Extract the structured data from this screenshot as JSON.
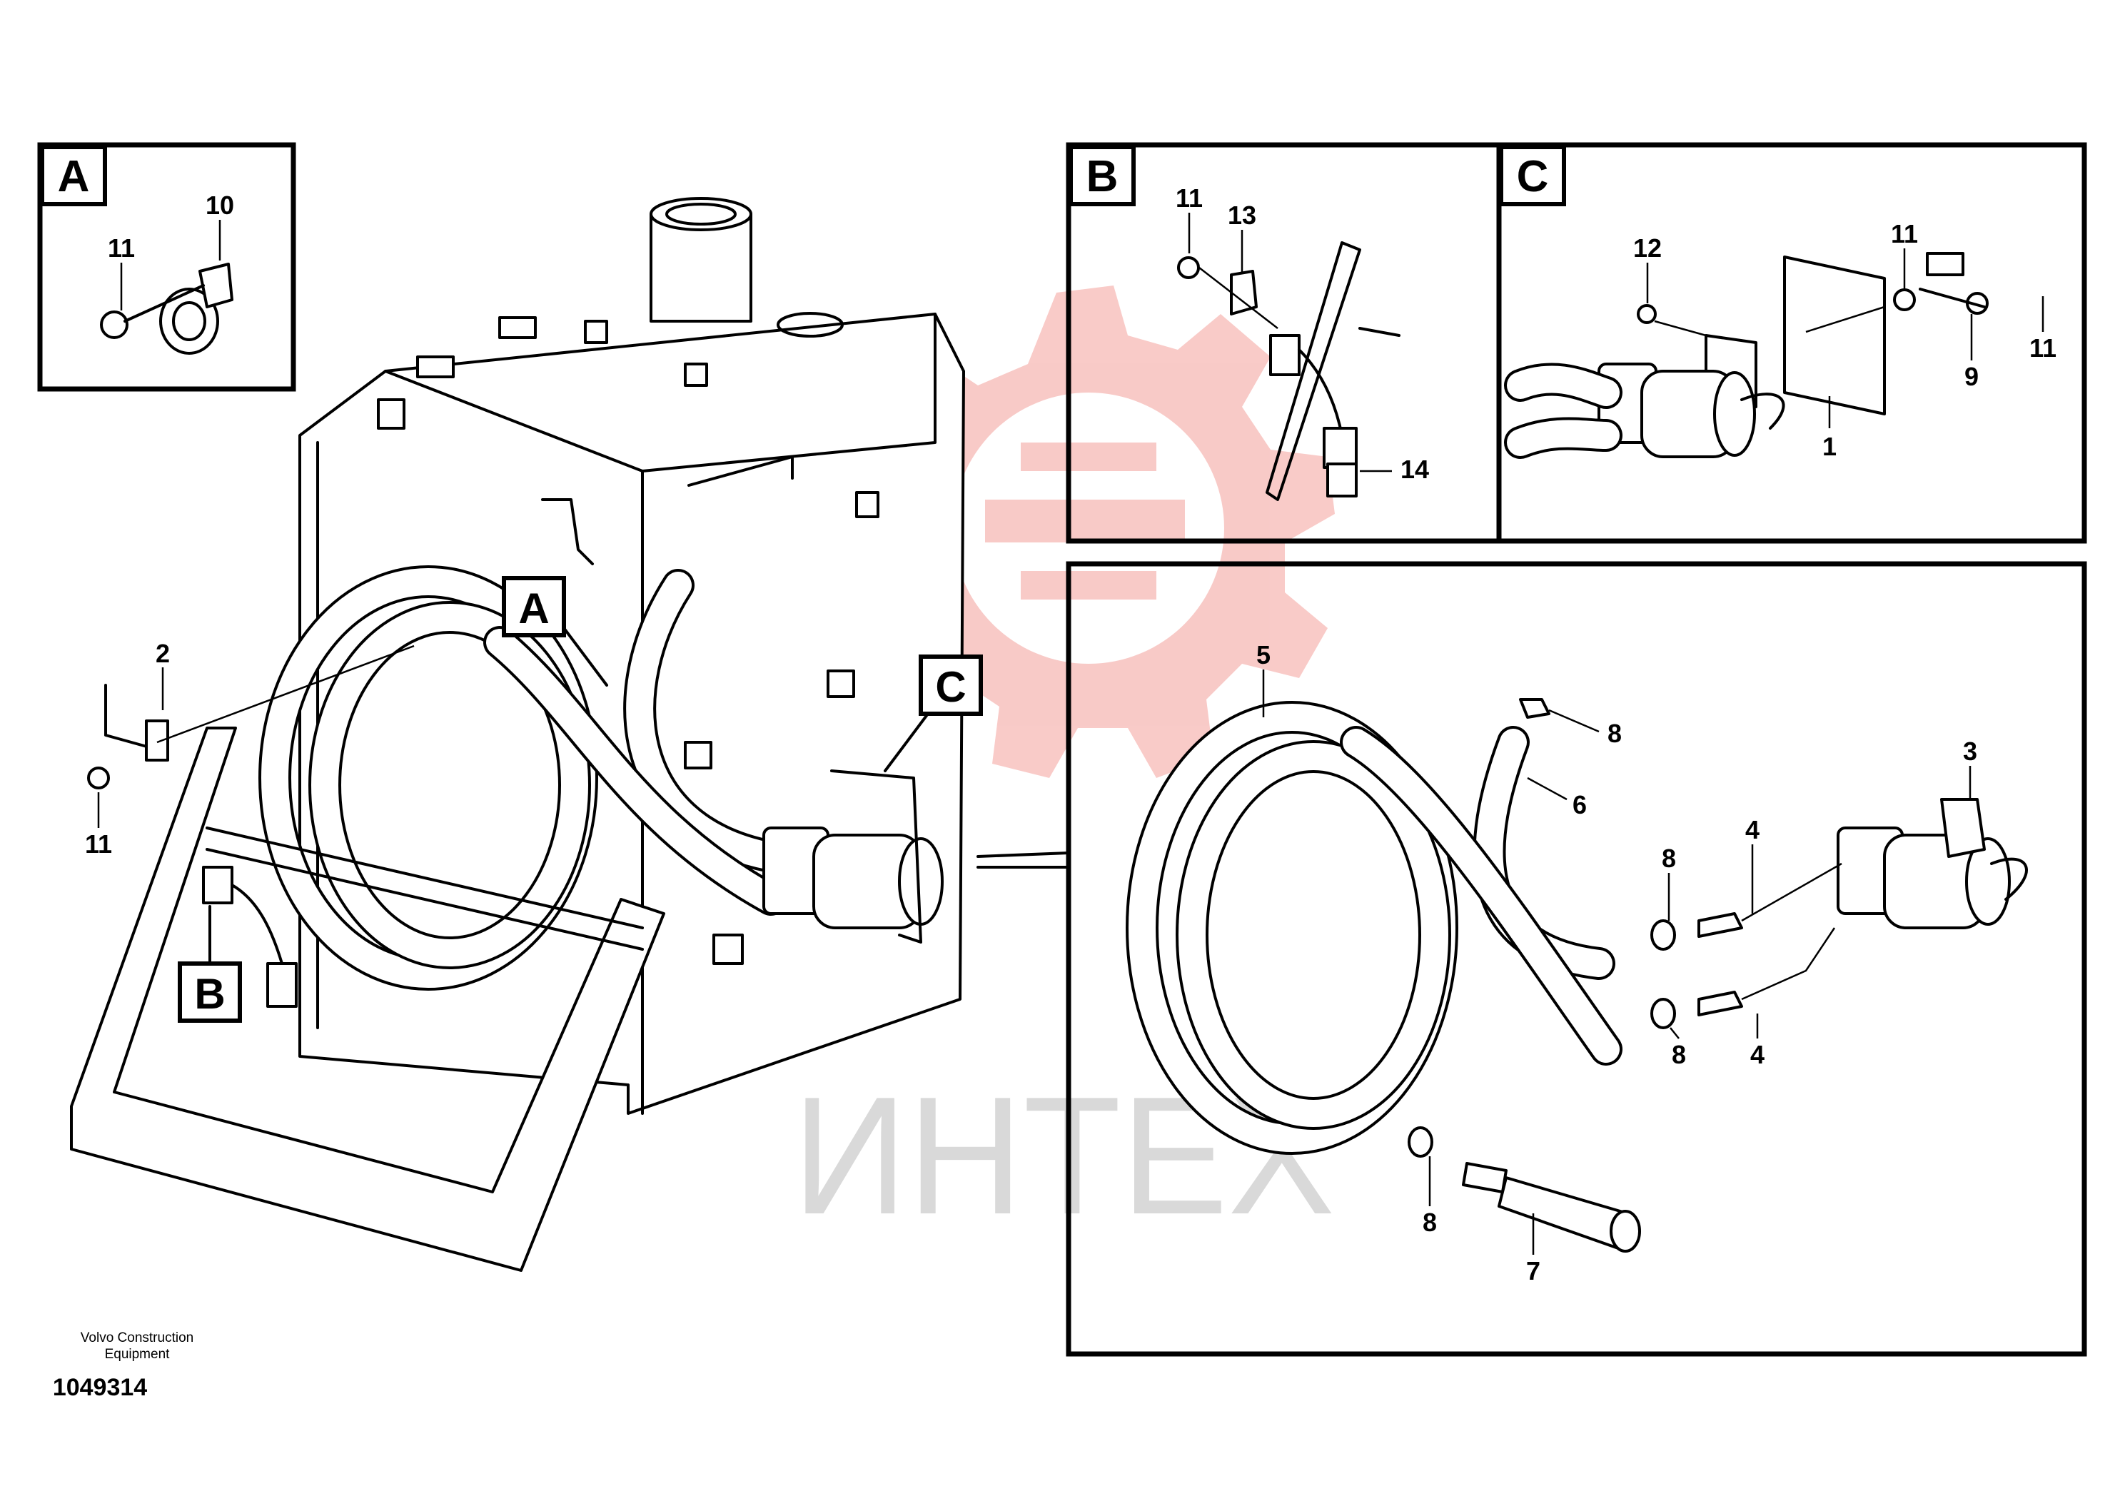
{
  "detail_views": {
    "a": {
      "tag": "A",
      "parts": [
        "10",
        "11"
      ]
    },
    "b": {
      "tag": "B",
      "parts": [
        "11",
        "13",
        "14"
      ]
    },
    "c": {
      "tag": "C",
      "parts": [
        "12",
        "11",
        "11",
        "9",
        "1"
      ]
    }
  },
  "main_view": {
    "callouts": [
      "A",
      "B",
      "C"
    ],
    "parts": [
      "2",
      "11"
    ]
  },
  "exploded_view": {
    "parts": [
      "5",
      "8",
      "6",
      "3",
      "8",
      "4",
      "8",
      "4",
      "8",
      "7"
    ]
  },
  "footer": {
    "company_line1": "Volvo Construction",
    "company_line2": "Equipment",
    "drawing_number": "1049314"
  },
  "watermark": {
    "text": "ИНТЕХ",
    "color": "#e8443a",
    "text_color": "#d9d9d9"
  }
}
